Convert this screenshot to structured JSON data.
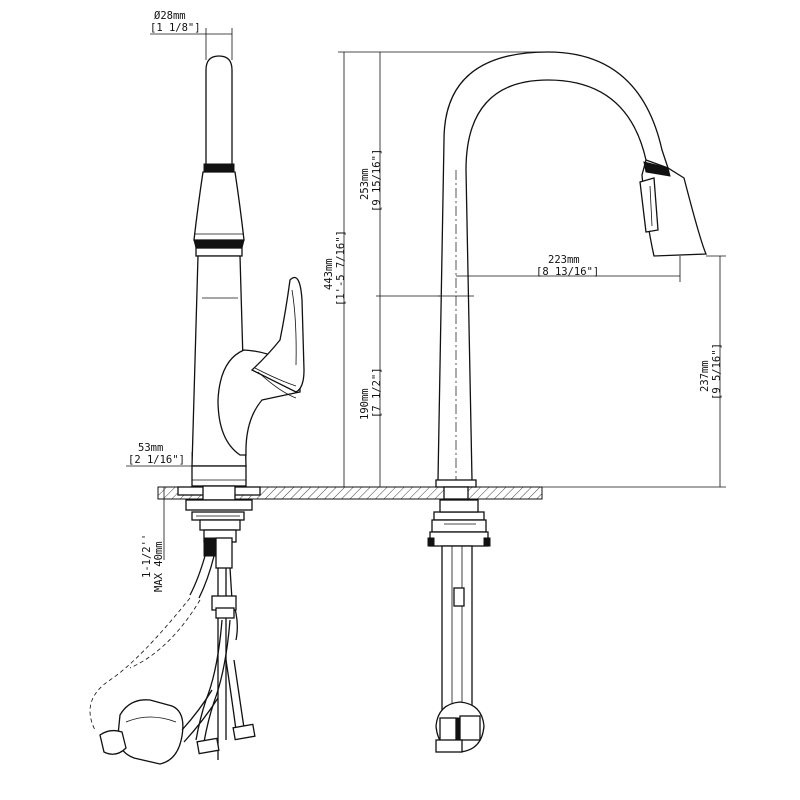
{
  "dimensions": {
    "spout_diameter_mm": "Ø28mm",
    "spout_diameter_in": "[1 1/8\"]",
    "base_diameter_mm": "53mm",
    "base_diameter_in": "[2 1/16\"]",
    "total_height_mm": "443mm",
    "total_height_in": "[1'-5 7/16\"]",
    "upper_height_mm": "253mm",
    "upper_height_in": "[9 15/16\"]",
    "lower_height_mm": "190mm",
    "lower_height_in": "[7 1/2\"]",
    "reach_mm": "223mm",
    "reach_in": "[8 13/16\"]",
    "spout_height_mm": "237mm",
    "spout_height_in": "[9 5/16\"]",
    "deck_thickness_in": "1-1/2''",
    "deck_thickness_mm": "MAX 40mm"
  }
}
